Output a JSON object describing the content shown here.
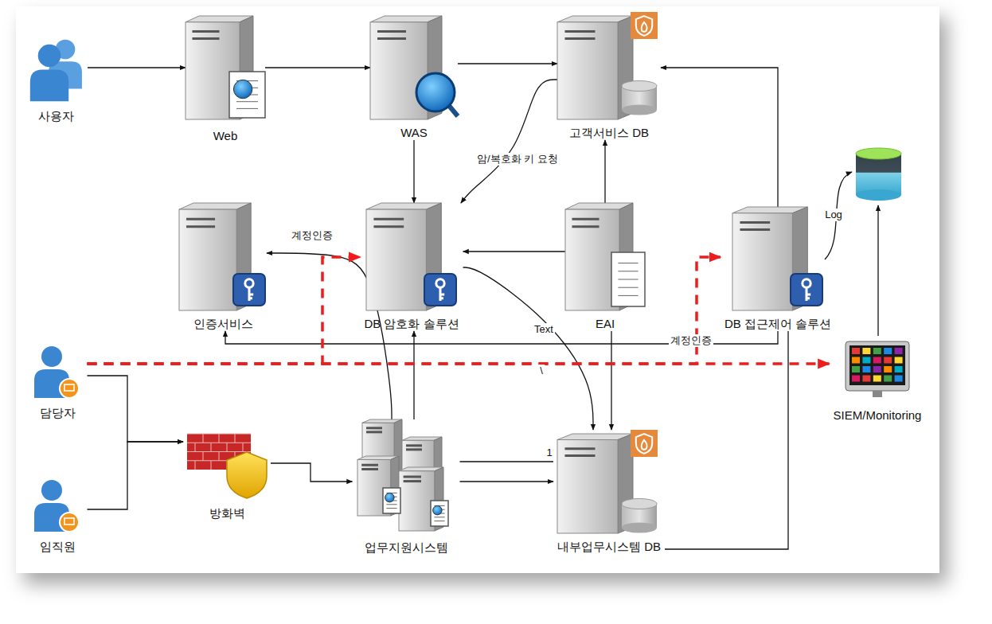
{
  "diagram": {
    "nodes": [
      {
        "text": [
          "사용자"
        ]
      },
      {
        "text": [
          "Web"
        ]
      },
      {
        "text": [
          "WAS"
        ]
      },
      {
        "text": [
          "고객서비스 DB"
        ]
      },
      {
        "text": [
          "인증서비스"
        ]
      },
      {
        "text": [
          "DB 암호화 솔루션"
        ]
      },
      {
        "text": [
          "EAI"
        ]
      },
      {
        "text": [
          "DB 접근제어 솔루션"
        ]
      },
      {
        "text": [
          "담당자"
        ]
      },
      {
        "text": [
          "임직원"
        ]
      },
      {
        "text": [
          "방화벽"
        ]
      },
      {
        "text": [
          "업무지원시스템"
        ]
      },
      {
        "text": [
          "내부업무시스템 DB"
        ]
      },
      {
        "text": [
          "SIEM/Monitoring"
        ]
      }
    ],
    "edges": [
      {
        "from": 0,
        "to": 1,
        "arrow": "to"
      },
      {
        "from": 1,
        "to": 2,
        "arrow": "to"
      },
      {
        "from": 2,
        "to": 3,
        "arrow": "to"
      },
      {
        "from": 2,
        "to": 5,
        "arrow": "to"
      },
      {
        "from": 3,
        "to": 5,
        "label": "암/복호화 키 요청",
        "arrow": "to"
      },
      {
        "from": 6,
        "to": 3,
        "arrow": "to"
      },
      {
        "from": 6,
        "to": 5,
        "arrow": "to"
      },
      {
        "from": 6,
        "to": 12,
        "arrow": "to"
      },
      {
        "from": 5,
        "to": 12,
        "label": "Text",
        "arrow": "to"
      },
      {
        "from": 7,
        "to": 3,
        "arrow": "to"
      },
      {
        "from": 7,
        "to": 4,
        "label": "계정인증",
        "arrow": "to"
      },
      {
        "from": 7,
        "to": 12,
        "arrow": "none"
      },
      {
        "from": 8,
        "to": 10,
        "arrow": "to"
      },
      {
        "from": 9,
        "to": 10,
        "arrow": "to"
      },
      {
        "from": 10,
        "to": 11,
        "arrow": "to"
      },
      {
        "from": 11,
        "to": 12,
        "arrow": "to"
      },
      {
        "from": 11,
        "to": 12,
        "label": "1",
        "arrow": "none"
      },
      {
        "from": 11,
        "to": 4,
        "arrow": "to"
      },
      {
        "from": 11,
        "to": 5,
        "arrow": "to"
      },
      {
        "from": 8,
        "to": 5,
        "label": "계정인증",
        "arrow": "to"
      },
      {
        "from": 8,
        "to": 7,
        "arrow": "to"
      },
      {
        "from": 8,
        "to": 13,
        "arrow": "to"
      }
    ],
    "labels": [
      "Log",
      "\\"
    ]
  }
}
